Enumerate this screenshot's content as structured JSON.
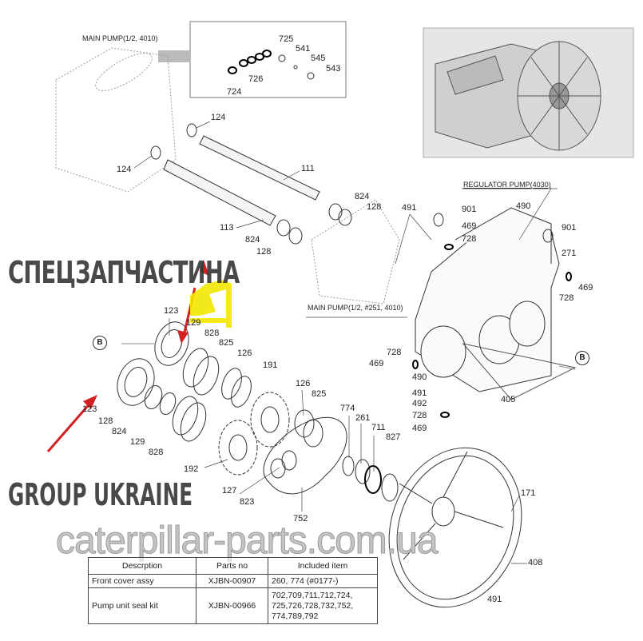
{
  "diagram": {
    "captions": {
      "main_pump_top": "MAIN PUMP(1/2, 4010)",
      "regulator_pump": "REGULATOR PUMP(4030)",
      "main_pump_mid": "MAIN PUMP(1/2, #251, 4010)"
    },
    "view_markers": [
      "B",
      "B"
    ],
    "part_labels": {
      "inset": [
        "725",
        "541",
        "545",
        "543",
        "726",
        "724"
      ],
      "shafts": [
        "124",
        "124",
        "111",
        "113",
        "824",
        "128",
        "824",
        "128"
      ],
      "regulator": [
        "491",
        "901",
        "490",
        "469",
        "728",
        "901",
        "271",
        "469",
        "728"
      ],
      "housing_side": [
        "728",
        "469",
        "490",
        "491",
        "492",
        "728",
        "469",
        "405"
      ],
      "front_upper": [
        "123",
        "129",
        "828",
        "825",
        "126",
        "191"
      ],
      "front_lower": [
        "123",
        "128",
        "824",
        "129",
        "828",
        "192"
      ],
      "cover_parts": [
        "126",
        "825",
        "774",
        "261",
        "711",
        "827",
        "127",
        "823",
        "752",
        "171",
        "408",
        "491"
      ]
    }
  },
  "table": {
    "headers": [
      "Descrption",
      "Parts no",
      "Included item"
    ],
    "rows": [
      {
        "description": "Front cover assy",
        "parts_no": "XJBN-00907",
        "included": "260, 774 (#0177-)"
      },
      {
        "description": "Pump unit seal kit",
        "parts_no": "XJBN-00966",
        "included": "702,709,711,712,724, 725,726,728,732,752, 774,789,792"
      }
    ]
  },
  "watermarks": {
    "brand_line1": "СПЕЦЗАПЧАСТИНА",
    "brand_line2": "GROUP UKRAINE",
    "url": "caterpillar-parts.com.ua"
  },
  "colors": {
    "line": "#333333",
    "arrow": "#d42020",
    "logo": "#f2e600",
    "watermark": "#3a3a3a"
  }
}
